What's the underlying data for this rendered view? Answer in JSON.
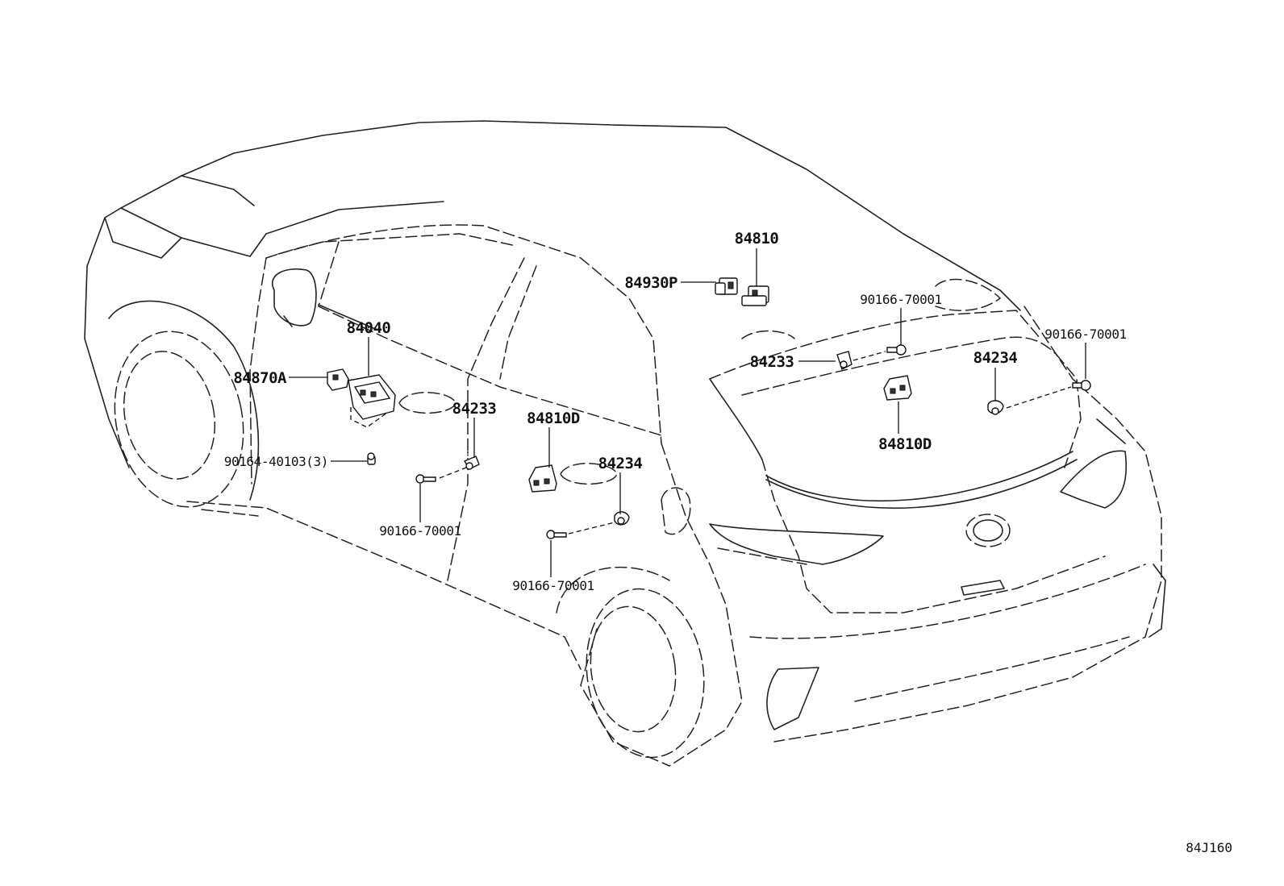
{
  "figure_code": "84J160",
  "labels": {
    "p84810_top": "84810",
    "p84930P": "84930P",
    "p84040": "84040",
    "p84870A": "84870A",
    "p90164": "90164-40103(3)",
    "p84233_left": "84233",
    "p90166_mid": "90166-70001",
    "p84810D_left": "84810D",
    "p84234_left": "84234",
    "p90166_bottom": "90166-70001",
    "p84233_center": "84233",
    "p90166_center": "90166-70001",
    "p84234_right": "84234",
    "p90166_right": "90166-70001",
    "p84810D_right": "84810D"
  }
}
